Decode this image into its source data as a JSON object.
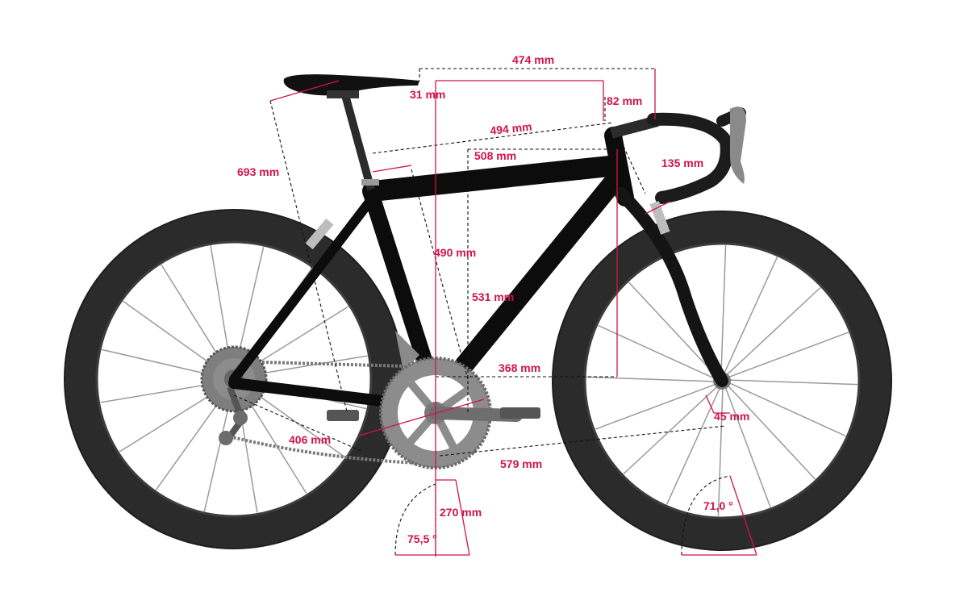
{
  "colors": {
    "accent": "#d0134a",
    "tire": "#2b2b2b",
    "tire_inner": "#3d3d3d",
    "frame": "#0c0c0c",
    "spoke": "#9a9a9a",
    "component": "#8c8c8c",
    "bg": "#ffffff"
  },
  "measurements": {
    "reach_474": "474 mm",
    "stack_offset_82": "82 mm",
    "setback_31": "31 mm",
    "effective_top_494": "494 mm",
    "top_tube_508": "508 mm",
    "head_tube_135": "135 mm",
    "seat_693": "693 mm",
    "seat_tube_490": "490 mm",
    "stack_531": "531 mm",
    "reach_368": "368 mm",
    "chainstay_406": "406 mm",
    "wheelbase_579": "579 mm",
    "fork_offset_45": "45 mm",
    "bb_height_270": "270 mm",
    "seat_angle": "75,5 °",
    "head_angle": "71,0 °"
  }
}
